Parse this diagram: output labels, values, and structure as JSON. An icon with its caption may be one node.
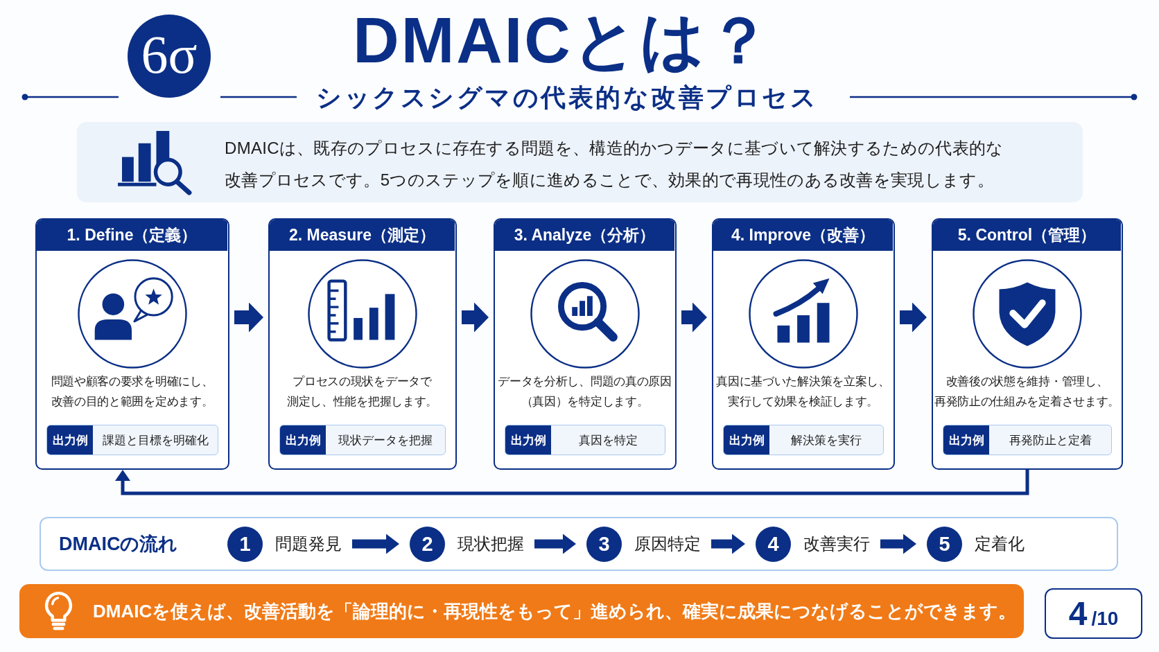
{
  "diagram": {
    "title": "DMAICとは？",
    "nodes": [
      {
        "text": [
          "6σ"
        ]
      },
      {
        "text": [
          "DMAICは、既存のプロセスに存在する問題を、構造的かつデータに基づいて解決するための代表的な改善プロセスです。5つのステップを順に進めることで、効果的で再現性のある改善を実現します。"
        ]
      },
      {
        "text": [
          "1. Define（定義）",
          "問題や顧客の要求を明確にし、改善の目的と範囲を定めます。"
        ]
      },
      {
        "text": [
          "出力例",
          "課題と目標を明確化"
        ],
        "in": 2
      },
      {
        "text": [
          "2. Measure（測定）",
          "プロセスの現状をデータで測定し、性能を把握します。"
        ]
      },
      {
        "text": [
          "出力例",
          "現状データを把握"
        ],
        "in": 4
      },
      {
        "text": [
          "3. Analyze（分析）",
          "データを分析し、問題の真の原因（真因）を特定します。"
        ]
      },
      {
        "text": [
          "出力例",
          "真因を特定"
        ],
        "in": 6
      },
      {
        "text": [
          "4. Improve（改善）",
          "真因に基づいた解決策を立案し、実行して効果を検証します。"
        ]
      },
      {
        "text": [
          "出力例",
          "解決策を実行"
        ],
        "in": 8
      },
      {
        "text": [
          "5. Control（管理）",
          "改善後の状態を維持・管理し、再発防止の仕組みを定着させます。"
        ]
      },
      {
        "text": [
          "出力例",
          "再発防止と定着"
        ],
        "in": 10
      },
      {
        "text": [
          "DMAICの流れ"
        ]
      },
      {
        "text": [
          "1"
        ],
        "beside": [
          "問題発見"
        ],
        "in": 12
      },
      {
        "text": [
          "2"
        ],
        "beside": [
          "現状把握"
        ],
        "in": 12
      },
      {
        "text": [
          "3"
        ],
        "beside": [
          "原因特定"
        ],
        "in": 12
      },
      {
        "text": [
          "4"
        ],
        "beside": [
          "改善実行"
        ],
        "in": 12
      },
      {
        "text": [
          "5"
        ],
        "beside": [
          "定着化"
        ],
        "in": 12
      },
      {
        "text": [
          "DMAICを使えば、改善活動を「論理的に・再現性をもって」進められ、確実に成果につなげることができます。"
        ]
      },
      {
        "text": [
          "4",
          "/10"
        ]
      }
    ],
    "edges": [
      {
        "from": 2,
        "to": 4,
        "arrow": "to"
      },
      {
        "from": 4,
        "to": 6,
        "arrow": "to"
      },
      {
        "from": 6,
        "to": 8,
        "arrow": "to"
      },
      {
        "from": 8,
        "to": 10,
        "arrow": "to"
      },
      {
        "from": 10,
        "to": 2,
        "arrow": "to"
      },
      {
        "from": 13,
        "to": 14,
        "arrow": "to"
      },
      {
        "from": 14,
        "to": 15,
        "arrow": "to"
      },
      {
        "from": 15,
        "to": 16,
        "arrow": "to"
      },
      {
        "from": 16,
        "to": 17,
        "arrow": "to"
      }
    ],
    "labels": [
      "シックスシグマの代表的な改善プロセス"
    ]
  }
}
